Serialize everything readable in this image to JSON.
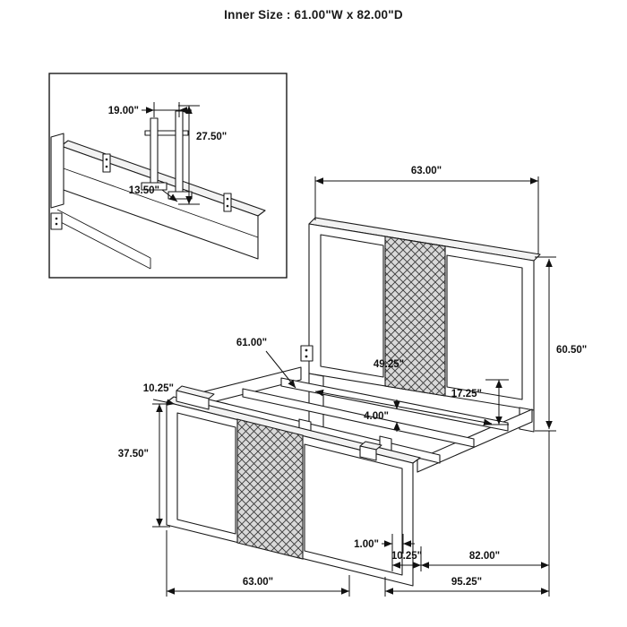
{
  "title": "Inner Size : 61.00\"W x 82.00\"D",
  "inset_detail": {
    "bracket_spacing": "19.00\"",
    "bracket_height": "27.50\"",
    "bracket_foot": "13.50\""
  },
  "dimensions": {
    "headboard_width": "63.00\"",
    "headboard_height": "60.50\"",
    "inner_width": "61.00\"",
    "slat_length": "49.25\"",
    "slat_spacing": "4.00\"",
    "side_rail_height": "17.25\"",
    "footboard_bracket": "10.25\"",
    "footboard_height": "37.50\"",
    "floor_gap": "1.00\"",
    "footboard_depth": "10.25\"",
    "inner_depth": "82.00\"",
    "overall_depth": "95.25\"",
    "overall_width": "63.00\""
  }
}
